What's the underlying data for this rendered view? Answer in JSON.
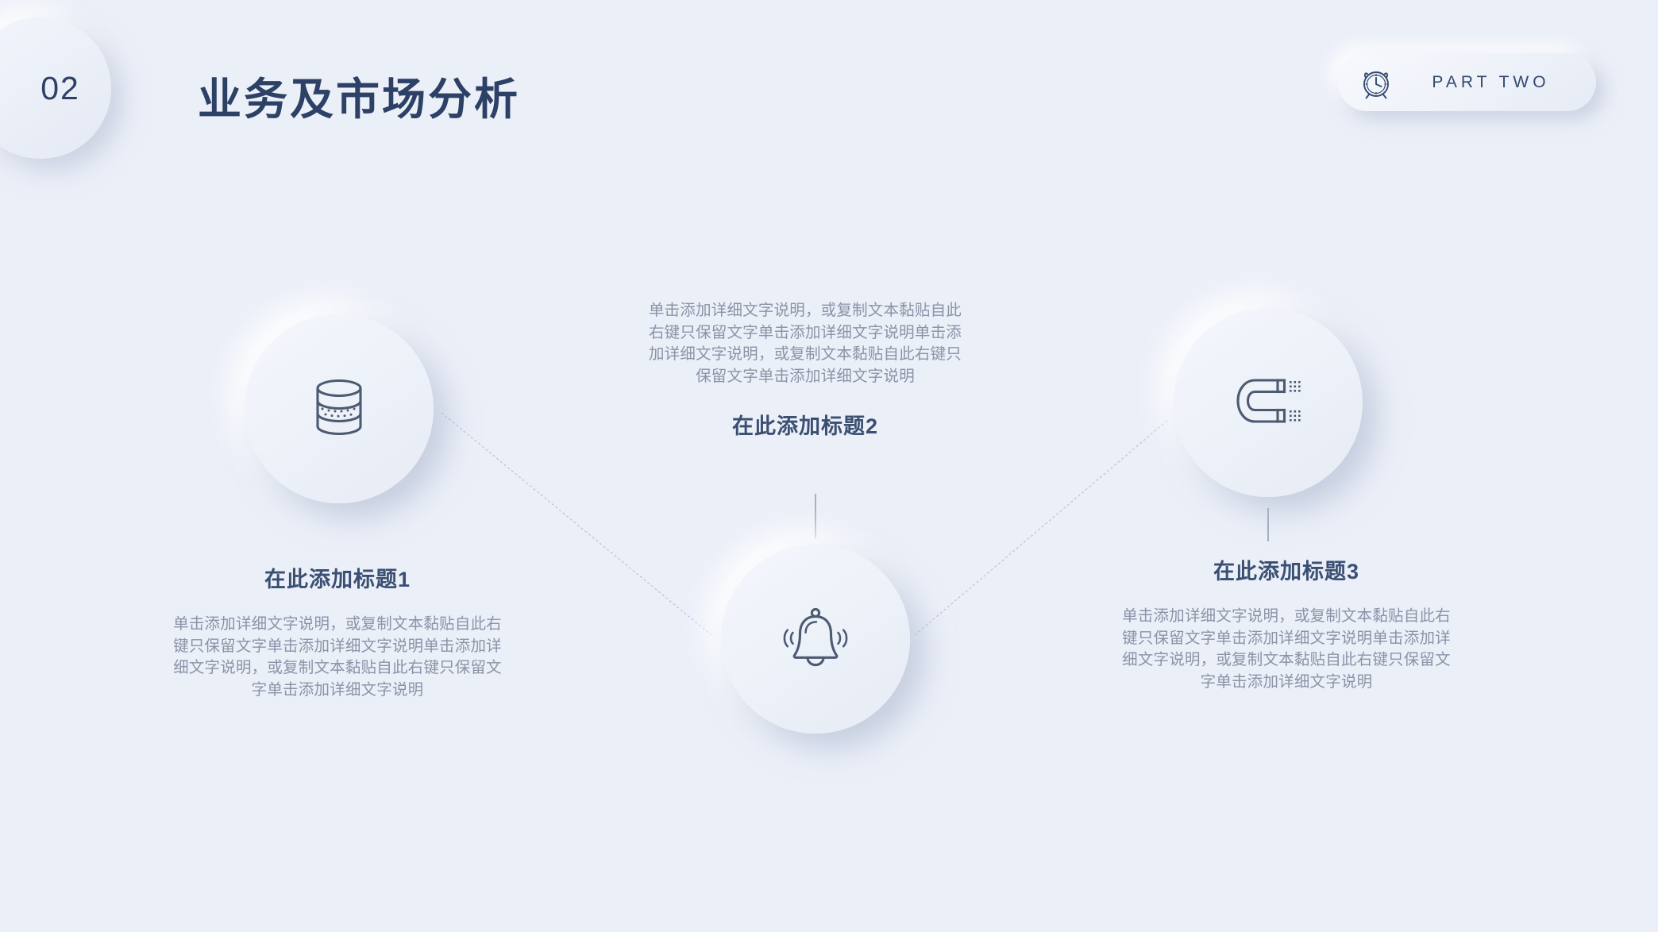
{
  "header": {
    "number": "02",
    "title": "业务及市场分析",
    "part_label": "PART TWO",
    "clock_icon": "alarm-clock-icon"
  },
  "colors": {
    "background": "#ebeff8",
    "title": "#2c4165",
    "section_title": "#3a4f72",
    "body_text": "#8b93a7",
    "icon_stroke": "#4c5b72",
    "connector_line": "#b9c2d4"
  },
  "sections": [
    {
      "id": "section-1",
      "icon": "database-icon",
      "title": "在此添加标题1",
      "body": "单击添加详细文字说明，或复制文本黏贴自此右键只保留文字单击添加详细文字说明单击添加详细文字说明，或复制文本黏贴自此右键只保留文字单击添加详细文字说明"
    },
    {
      "id": "section-2",
      "icon": "bell-icon",
      "title": "在此添加标题2",
      "body": "单击添加详细文字说明，或复制文本黏贴自此右键只保留文字单击添加详细文字说明单击添加详细文字说明，或复制文本黏贴自此右键只保留文字单击添加详细文字说明"
    },
    {
      "id": "section-3",
      "icon": "magnet-icon",
      "title": "在此添加标题3",
      "body": "单击添加详细文字说明，或复制文本黏贴自此右键只保留文字单击添加详细文字说明单击添加详细文字说明，或复制文本黏贴自此右键只保留文字单击添加详细文字说明"
    }
  ]
}
